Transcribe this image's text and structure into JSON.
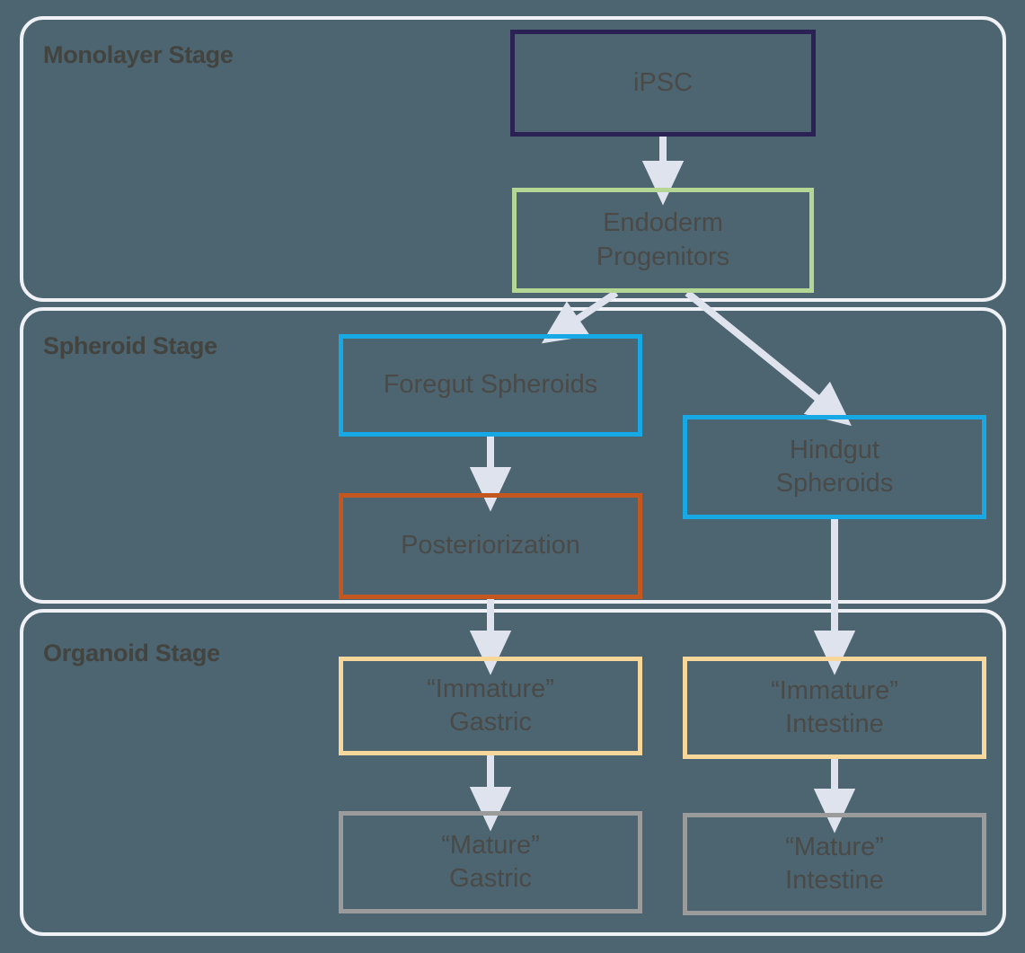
{
  "diagram": {
    "title": "iPSC-derived gastrointestinal organoid differentiation pathway",
    "background_color": "#4c6570",
    "panel_border_color": "#eff1f6",
    "label_color": "#43433f",
    "node_text_color": "#4a4a48",
    "arrow_color": "#dfe3ee"
  },
  "stages": [
    {
      "id": "monolayer",
      "label": "Monolayer Stage"
    },
    {
      "id": "spheroid",
      "label": "Spheroid Stage"
    },
    {
      "id": "organoid",
      "label": "Organoid Stage"
    }
  ],
  "nodes": [
    {
      "id": "ipsc",
      "line1": "iPSC",
      "line2": "",
      "border_color": "#2b2154",
      "stage": "monolayer"
    },
    {
      "id": "endoderm",
      "line1": "Endoderm",
      "line2": "Progenitors",
      "border_color": "#b4d795",
      "stage": "monolayer"
    },
    {
      "id": "foregut",
      "line1": "Foregut Spheroids",
      "line2": "",
      "border_color": "#17a9e6",
      "stage": "spheroid"
    },
    {
      "id": "hindgut",
      "line1": "Hindgut",
      "line2": "Spheroids",
      "border_color": "#17a9e6",
      "stage": "spheroid"
    },
    {
      "id": "posteriorization",
      "line1": "Posteriorization",
      "line2": "",
      "border_color": "#c4561f",
      "stage": "spheroid"
    },
    {
      "id": "immature-gastric",
      "line1": "“Immature”",
      "line2": "Gastric",
      "border_color": "#f7d79a",
      "stage": "organoid"
    },
    {
      "id": "immature-intestine",
      "line1": "“Immature”",
      "line2": "Intestine",
      "border_color": "#f7d79a",
      "stage": "organoid"
    },
    {
      "id": "mature-gastric",
      "line1": "“Mature”",
      "line2": "Gastric",
      "border_color": "#9b9b9b",
      "stage": "organoid"
    },
    {
      "id": "mature-intestine",
      "line1": "“Mature”",
      "line2": "Intestine",
      "border_color": "#9b9b9b",
      "stage": "organoid"
    }
  ],
  "edges": [
    {
      "from": "ipsc",
      "to": "endoderm"
    },
    {
      "from": "endoderm",
      "to": "foregut"
    },
    {
      "from": "endoderm",
      "to": "hindgut"
    },
    {
      "from": "foregut",
      "to": "posteriorization"
    },
    {
      "from": "posteriorization",
      "to": "immature-gastric"
    },
    {
      "from": "hindgut",
      "to": "immature-intestine"
    },
    {
      "from": "immature-gastric",
      "to": "mature-gastric"
    },
    {
      "from": "immature-intestine",
      "to": "mature-intestine"
    }
  ]
}
